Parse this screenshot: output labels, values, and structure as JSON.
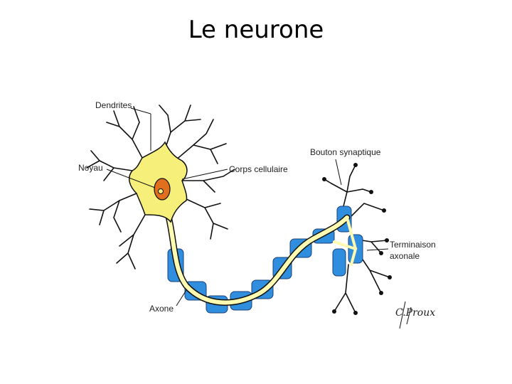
{
  "title": "Le neurone",
  "labels": {
    "dendrites": "Dendrites",
    "noyau": "Noyau",
    "corps_cellulaire": "Corps cellulaire",
    "bouton_synaptique": "Bouton synaptique",
    "terminaison_line1": "Terminaison",
    "terminaison_line2": "axonale",
    "axone": "Axone"
  },
  "signature": "C.Proux",
  "colors": {
    "cell_body": "#f6ef7a",
    "axon_core": "#fffbb0",
    "myelin": "#2f8fde",
    "nucleus": "#e0701e",
    "outline": "#111111"
  }
}
